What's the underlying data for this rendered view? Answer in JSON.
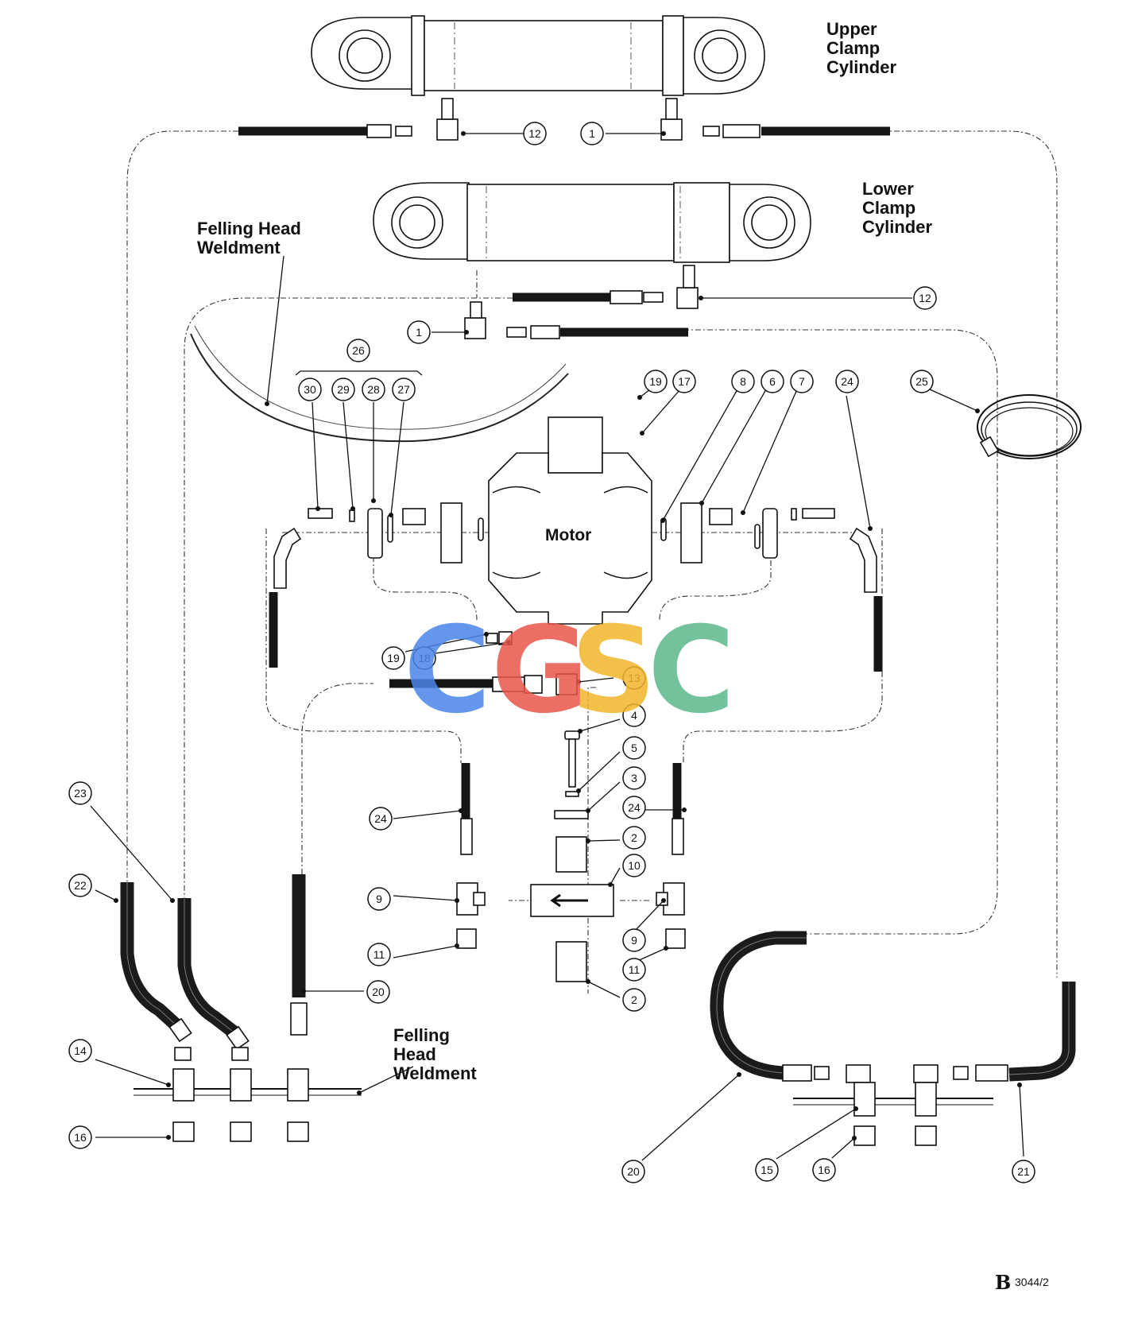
{
  "labels": {
    "upper_cylinder": [
      "Upper",
      "Clamp",
      "Cylinder"
    ],
    "lower_cylinder": [
      "Lower",
      "Clamp",
      "Cylinder"
    ],
    "felling_head_top": [
      "Felling Head",
      "Weldment"
    ],
    "felling_head_bottom": [
      "Felling",
      "Head",
      "Weldment"
    ],
    "motor": "Motor"
  },
  "callouts": [
    {
      "id": "c12a",
      "text": "12"
    },
    {
      "id": "c1a",
      "text": "1"
    },
    {
      "id": "c12b",
      "text": "12"
    },
    {
      "id": "c1b",
      "text": "1"
    },
    {
      "id": "c26",
      "text": "26"
    },
    {
      "id": "c30",
      "text": "30"
    },
    {
      "id": "c29",
      "text": "29"
    },
    {
      "id": "c28",
      "text": "28"
    },
    {
      "id": "c27",
      "text": "27"
    },
    {
      "id": "c19a",
      "text": "19"
    },
    {
      "id": "c17",
      "text": "17"
    },
    {
      "id": "c8",
      "text": "8"
    },
    {
      "id": "c6",
      "text": "6"
    },
    {
      "id": "c7",
      "text": "7"
    },
    {
      "id": "c24a",
      "text": "24"
    },
    {
      "id": "c25",
      "text": "25"
    },
    {
      "id": "c19b",
      "text": "19"
    },
    {
      "id": "c18",
      "text": "18"
    },
    {
      "id": "c13",
      "text": "13"
    },
    {
      "id": "c4",
      "text": "4"
    },
    {
      "id": "c5",
      "text": "5"
    },
    {
      "id": "c3",
      "text": "3"
    },
    {
      "id": "c24b",
      "text": "24"
    },
    {
      "id": "c24c",
      "text": "24"
    },
    {
      "id": "c2a",
      "text": "2"
    },
    {
      "id": "c10",
      "text": "10"
    },
    {
      "id": "c9a",
      "text": "9"
    },
    {
      "id": "c9b",
      "text": "9"
    },
    {
      "id": "c11a",
      "text": "11"
    },
    {
      "id": "c11b",
      "text": "11"
    },
    {
      "id": "c2b",
      "text": "2"
    },
    {
      "id": "c20a",
      "text": "20"
    },
    {
      "id": "c23",
      "text": "23"
    },
    {
      "id": "c22",
      "text": "22"
    },
    {
      "id": "c14",
      "text": "14"
    },
    {
      "id": "c16a",
      "text": "16"
    },
    {
      "id": "c20b",
      "text": "20"
    },
    {
      "id": "c15",
      "text": "15"
    },
    {
      "id": "c16b",
      "text": "16"
    },
    {
      "id": "c21",
      "text": "21"
    }
  ],
  "drawing_ref": {
    "logo": "B",
    "number": "3044/2"
  },
  "watermark": {
    "text": "CGSC",
    "colors": [
      "#4a86e8",
      "#e8564a",
      "#f2b72a",
      "#5bb88a"
    ]
  }
}
